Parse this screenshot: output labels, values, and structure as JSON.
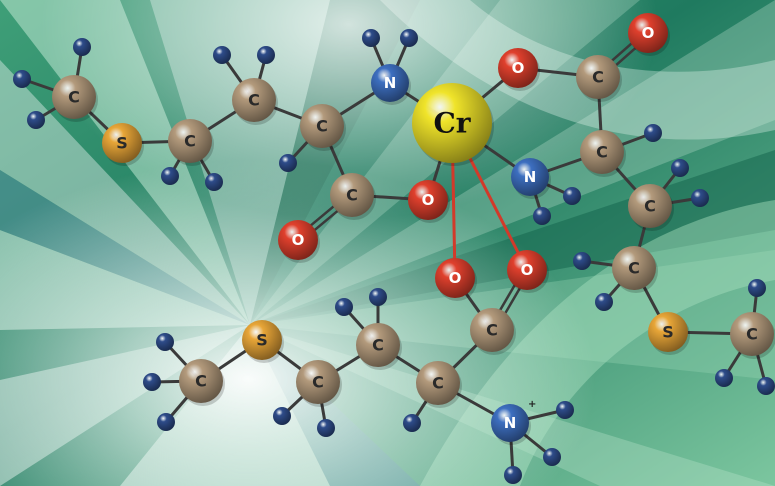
{
  "colors": {
    "carbon": "#b39a7c",
    "oxygen": "#e0402d",
    "nitrogen": "#3d6fc0",
    "sulfur": "#e8a638",
    "hydrogen": "#2e4c8a",
    "metal": "#f0e42a",
    "bond": "#3a3a3a",
    "coordination_bond": "#d23a2a"
  },
  "labels": {
    "C": "C",
    "O": "O",
    "N": "N",
    "S": "S",
    "Cr": "Cr",
    "charge": "+"
  },
  "atoms": [
    {
      "id": "cr",
      "el": "Cr"
    },
    {
      "id": "c1",
      "el": "C"
    },
    {
      "id": "s1",
      "el": "S"
    },
    {
      "id": "c2",
      "el": "C"
    },
    {
      "id": "c3",
      "el": "C"
    },
    {
      "id": "c4",
      "el": "C"
    },
    {
      "id": "n1",
      "el": "N"
    },
    {
      "id": "c5",
      "el": "C"
    },
    {
      "id": "o1",
      "el": "O"
    },
    {
      "id": "o2",
      "el": "O"
    },
    {
      "id": "o3",
      "el": "O"
    },
    {
      "id": "c6",
      "el": "C"
    },
    {
      "id": "o4",
      "el": "O"
    },
    {
      "id": "c7",
      "el": "C"
    },
    {
      "id": "n2",
      "el": "N"
    },
    {
      "id": "c8",
      "el": "C"
    },
    {
      "id": "c9",
      "el": "C"
    },
    {
      "id": "s2",
      "el": "S"
    },
    {
      "id": "c10",
      "el": "C"
    },
    {
      "id": "o5",
      "el": "O"
    },
    {
      "id": "o6",
      "el": "O"
    },
    {
      "id": "c11",
      "el": "C"
    },
    {
      "id": "c12",
      "el": "C"
    },
    {
      "id": "n3",
      "el": "N",
      "charge": true
    },
    {
      "id": "c13",
      "el": "C"
    },
    {
      "id": "c14",
      "el": "C"
    },
    {
      "id": "s3",
      "el": "S"
    },
    {
      "id": "c15",
      "el": "C"
    }
  ]
}
